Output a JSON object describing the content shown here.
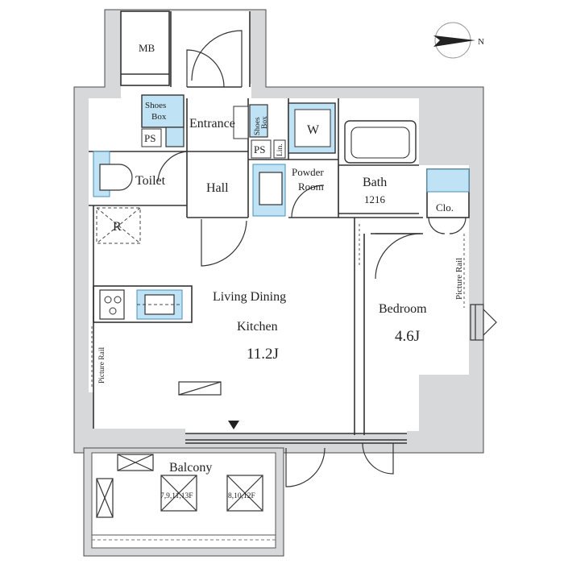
{
  "colors": {
    "wall": "#d6d8da",
    "wall_edge": "#4a4a4a",
    "line": "#333333",
    "fixture_fill": "#bfe3f5",
    "fixture_edge": "#4a8fb8",
    "background": "#ffffff"
  },
  "compass": {
    "label": "N",
    "icon": "north-arrow-icon"
  },
  "rooms": {
    "mb": "MB",
    "shoes_box_1_line1": "Shoes",
    "shoes_box_1_line2": "Box",
    "entrance": "Entrance",
    "shoes_box_2_line1": "Shoes",
    "shoes_box_2_line2": "Box",
    "washer": "W",
    "ps_1": "PS",
    "ps_2": "PS",
    "lin": "Lin.",
    "toilet": "Toilet",
    "hall": "Hall",
    "powder_line1": "Powder",
    "powder_line2": "Room",
    "bath_line1": "Bath",
    "bath_line2": "1216",
    "closet": "Clo.",
    "refrigerator": "R",
    "living_line1": "Living Dining",
    "living_line2": "Kitchen",
    "living_area": "11.2J",
    "bedroom": "Bedroom",
    "bedroom_area": "4.6J",
    "picture_rail_left": "Picture Rail",
    "picture_rail_right": "Picture Rail",
    "balcony": "Balcony",
    "floors_a": "7,9,11,13F",
    "floors_b": "8,10,12F"
  }
}
